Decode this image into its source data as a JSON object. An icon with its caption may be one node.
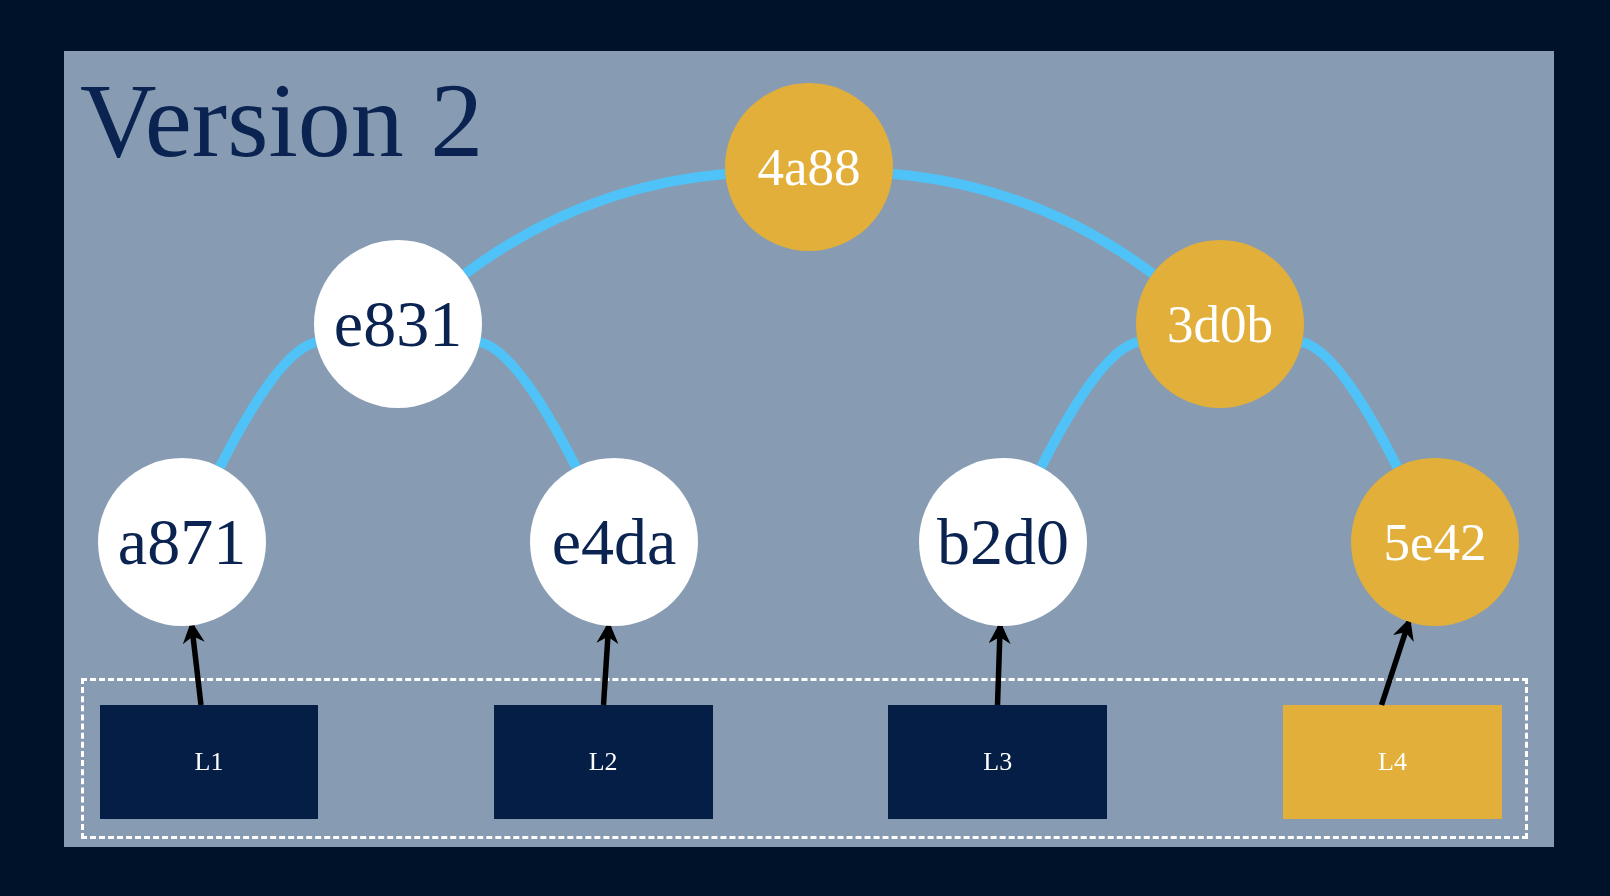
{
  "diagram": {
    "title": "Version 2",
    "nodes": [
      {
        "text": [
          "4a88"
        ]
      },
      {
        "text": [
          "e831"
        ]
      },
      {
        "text": [
          "3d0b"
        ]
      },
      {
        "text": [
          "a871"
        ]
      },
      {
        "text": [
          "e4da"
        ]
      },
      {
        "text": [
          "b2d0"
        ]
      },
      {
        "text": [
          "5e42"
        ]
      },
      {
        "text": [],
        "shape": "box"
      },
      {
        "text": [
          "L1"
        ],
        "in": 7
      },
      {
        "text": [
          "L2"
        ],
        "in": 7
      },
      {
        "text": [
          "L3"
        ],
        "in": 7
      },
      {
        "text": [
          "L4"
        ],
        "in": 7
      }
    ],
    "edges": [
      {
        "from": 0,
        "to": 1,
        "arrow": "none"
      },
      {
        "from": 0,
        "to": 2,
        "arrow": "none"
      },
      {
        "from": 1,
        "to": 3,
        "arrow": "none"
      },
      {
        "from": 1,
        "to": 4,
        "arrow": "none"
      },
      {
        "from": 2,
        "to": 5,
        "arrow": "none"
      },
      {
        "from": 2,
        "to": 6,
        "arrow": "none"
      },
      {
        "from": 8,
        "to": 3,
        "arrow": "to",
        "color": "#000000"
      },
      {
        "from": 9,
        "to": 4,
        "arrow": "to",
        "color": "#000000"
      },
      {
        "from": 10,
        "to": 5,
        "arrow": "to",
        "color": "#000000"
      },
      {
        "from": 11,
        "to": 6,
        "arrow": "to",
        "color": "#000000"
      }
    ]
  }
}
